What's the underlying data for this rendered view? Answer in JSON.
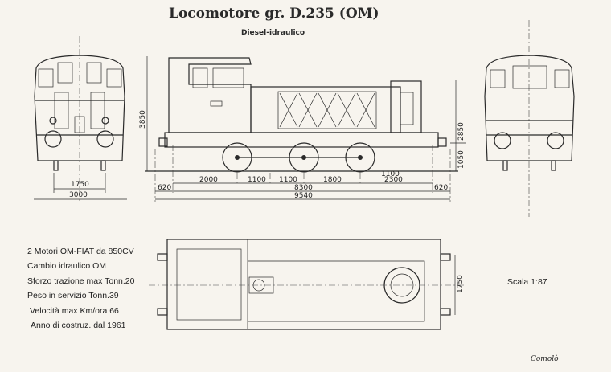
{
  "title": "Locomotore gr. D.235 (OM)",
  "subtitle": "Diesel-idraulico",
  "front_view": {
    "track_gauge": "1750",
    "width": "3000"
  },
  "side_view": {
    "height": "3850",
    "hood_height": "2850",
    "buffer_height": "1050",
    "segments": [
      "2000",
      "1100",
      "1100",
      "1800",
      "2300"
    ],
    "wheel_dim": "1100",
    "overhang_left": "620",
    "wheelbase_total": "8300",
    "overhang_right": "620",
    "length_over_buffers": "9540"
  },
  "top_view": {
    "width": "1750"
  },
  "scale": "Scala 1:87",
  "specs": [
    "2 Motori  OM-FIAT da 850CV",
    "Cambio idraulico OM",
    "Sforzo trazione max Tonn.20",
    "Peso in servizio Tonn.39",
    "Velocità max Km/ora 66",
    "Anno di costruz. dal 1961"
  ],
  "signature": "Comolò"
}
